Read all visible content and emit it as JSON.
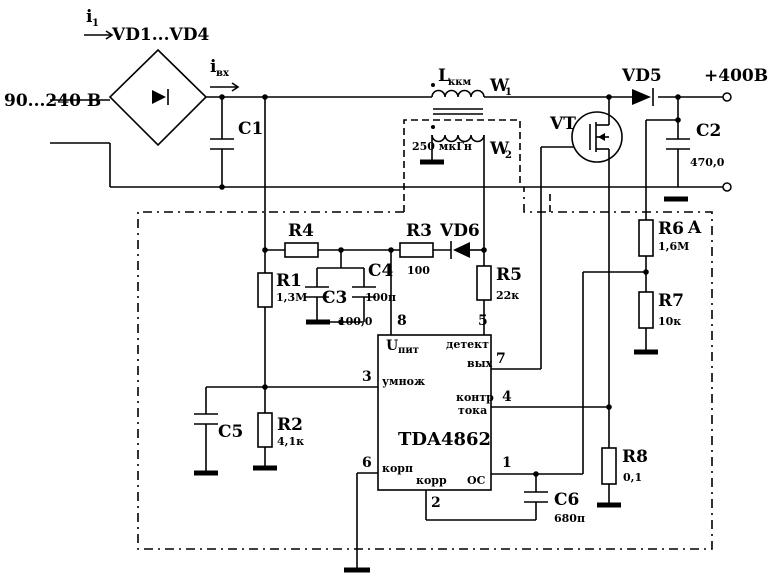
{
  "components": {
    "bridge": "VD1...VD4",
    "input_voltage": "90...240 В",
    "current_i1": "i",
    "current_i1_sub": "1",
    "current_ivx": "i",
    "current_ivx_sub": "вх",
    "c1": "C1",
    "inductor_l": "L",
    "inductor_l_sub": "ккм",
    "w1": "W",
    "w1_sub": "1",
    "w2": "W",
    "w2_sub": "2",
    "inductance": "250 мкГн",
    "transistor": "VT",
    "vd5": "VD5",
    "output_voltage": "+400В",
    "c2": "C2",
    "c2_value": "470,0",
    "block": "A",
    "r4": "R4",
    "r3": "R3",
    "r3_value": "100",
    "vd6": "VD6",
    "r1": "R1",
    "r1_value": "1,3М",
    "c4": "C4",
    "c4_value": "100п",
    "c3": "C3",
    "c3_value": "100,0",
    "r5": "R5",
    "r5_value": "22к",
    "r6": "R6",
    "r6_value": "1,6М",
    "r7": "R7",
    "r7_value": "10к",
    "c5": "C5",
    "r2": "R2",
    "r2_value": "4,1к",
    "r8": "R8",
    "r8_value": "0,1",
    "c6": "C6",
    "c6_value": "680п"
  },
  "ic": {
    "name": "TDA4862",
    "pins": {
      "p1": "1",
      "p2": "2",
      "p3": "3",
      "p4": "4",
      "p5": "5",
      "p6": "6",
      "p7": "7",
      "p8": "8"
    },
    "pin_names": {
      "upit": "U",
      "upit_sub": "пит",
      "detect": "детект",
      "vyh": "вых",
      "umnozh": "умнож",
      "kontr": "контр",
      "toka": "тока",
      "korp": "корп",
      "korr": "корр",
      "os": "ОС"
    }
  }
}
